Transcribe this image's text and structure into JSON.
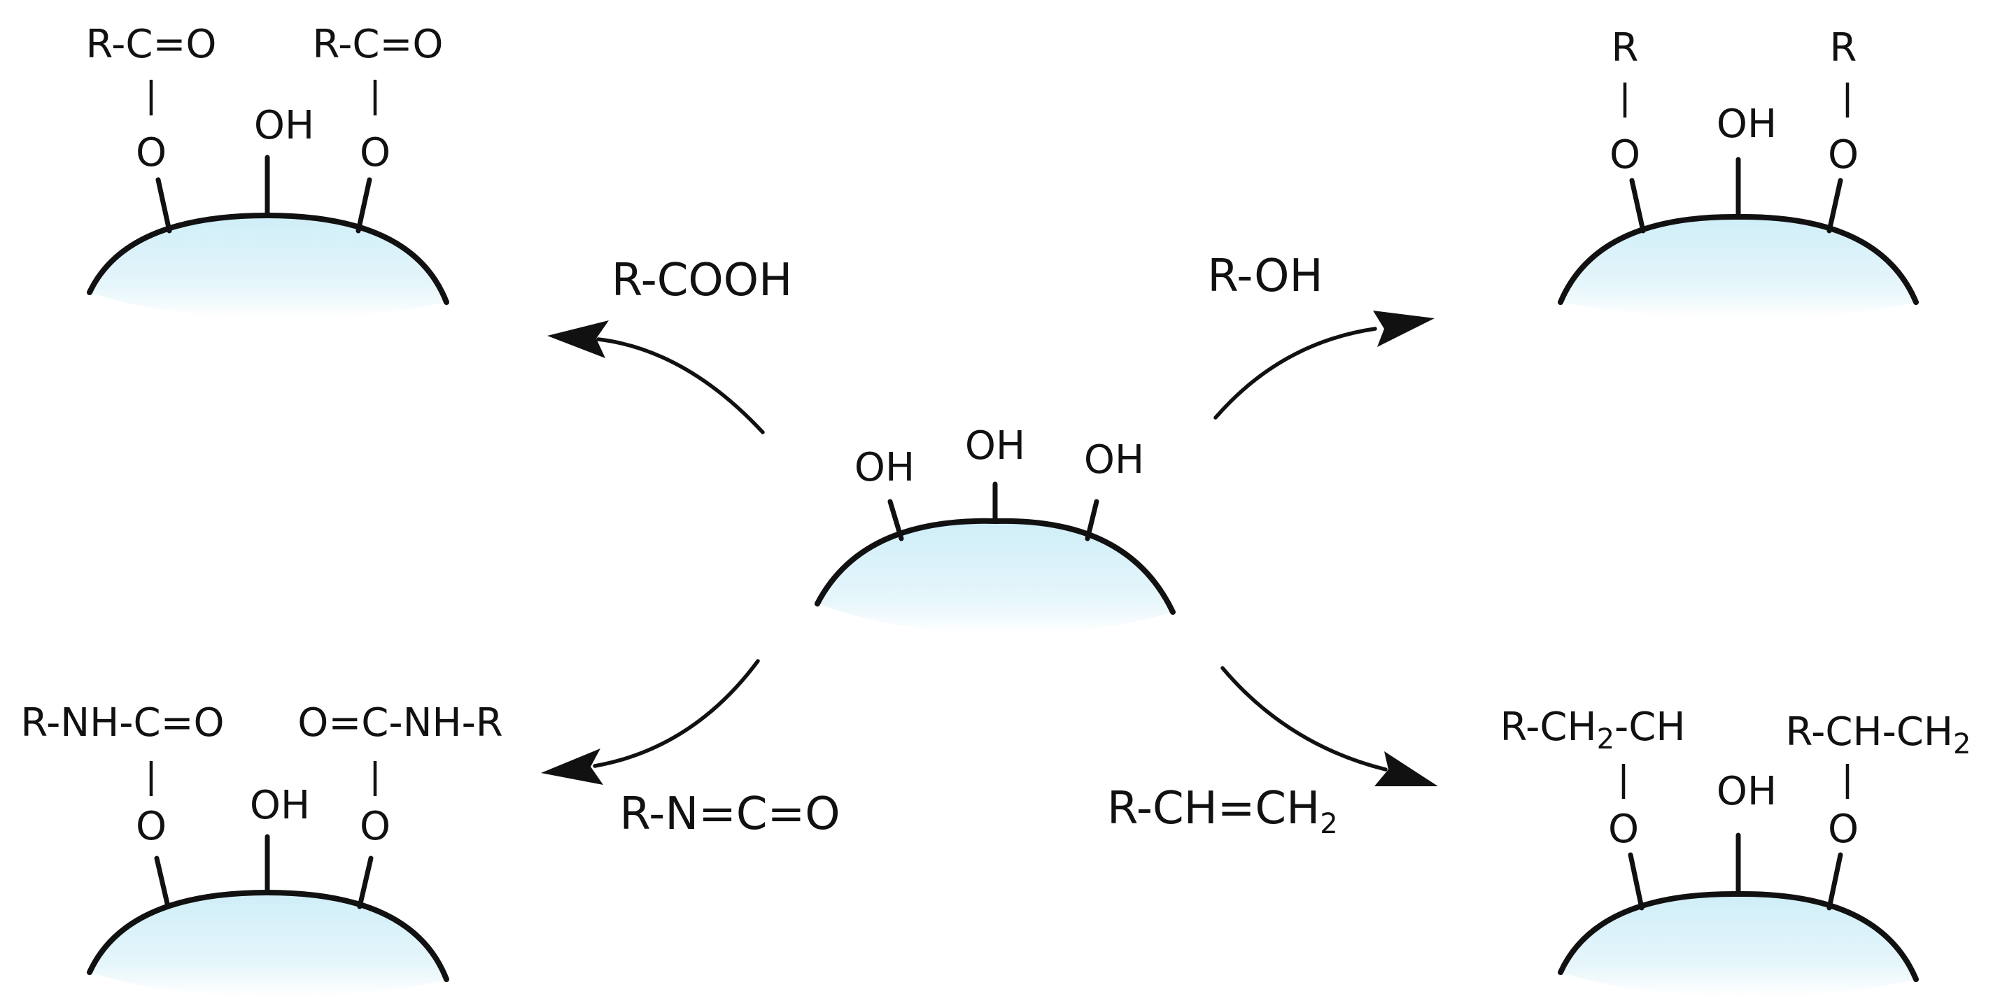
{
  "center": {
    "labels": [
      "OH",
      "OH",
      "OH"
    ]
  },
  "reagents": {
    "acid": "R-COOH",
    "alcohol": "R-OH",
    "isocyanate": "R-N=C=O",
    "alkene_main": "R-CH=CH",
    "alkene_sub": "2"
  },
  "products": {
    "ester": {
      "left_group": "R-C=O",
      "right_group": "R-C=O",
      "left_o": "O",
      "right_o": "O",
      "middle": "OH"
    },
    "ether": {
      "left_group": "R",
      "right_group": "R",
      "left_o": "O",
      "right_o": "O",
      "middle": "OH"
    },
    "urethane": {
      "left_group": "R-NH-C=O",
      "right_group": "O=C-NH-R",
      "left_o": "O",
      "right_o": "O",
      "middle": "OH"
    },
    "alkylated": {
      "left_main": "R-CH",
      "left_sub": "2",
      "left_tail": "-CH",
      "right_main": "R-CH-CH",
      "right_sub": "2",
      "left_o": "O",
      "right_o": "O",
      "middle": "OH"
    }
  },
  "colors": {
    "particle_fill_top": "#cfeef8",
    "particle_fill_bottom": "#ffffff",
    "line": "#111111"
  }
}
